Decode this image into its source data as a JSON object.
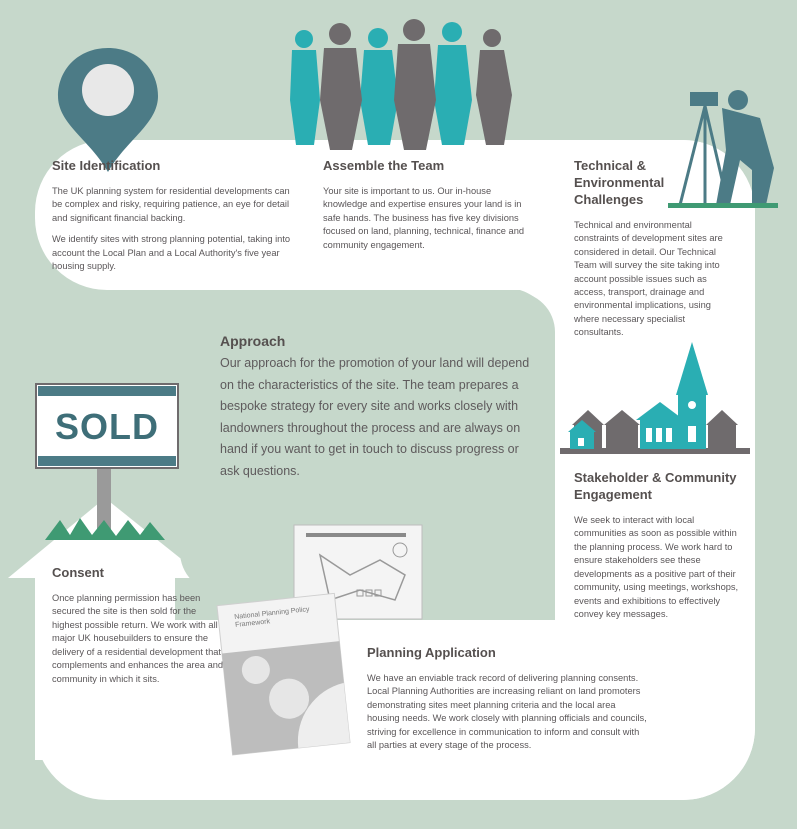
{
  "colors": {
    "background": "#c6d8cb",
    "panel": "#ffffff",
    "teal": "#2aaeb3",
    "grey": "#6f6b6d",
    "slate": "#4c7b86",
    "text": "#5a5658"
  },
  "sections": {
    "site_identification": {
      "title": "Site Identification",
      "p1": "The UK planning system for residential developments can be complex and risky, requiring patience, an eye for detail and significant financial backing.",
      "p2": "We identify sites with strong planning potential, taking into account the Local Plan and a Local Authority's five year housing supply."
    },
    "assemble_team": {
      "title": "Assemble the Team",
      "p1": "Your site is important to us.  Our in-house knowledge and expertise ensures your land is in safe hands.  The business has five key divisions focused on land, planning, technical, finance and community engagement."
    },
    "technical": {
      "title": "Technical & Environmental Challenges",
      "p1": "Technical and environmental constraints of development sites are considered in detail.  Our Technical Team will survey the site taking into account possible issues such as access, transport, drainage and environmental implications, using where necessary specialist consultants."
    },
    "approach": {
      "title": "Approach",
      "p1": "Our approach for the promotion of your land will depend on the characteristics of the site.  The team prepares a bespoke strategy for every site and works closely with landowners throughout the process and are always on hand if you want to get in touch to discuss progress or ask questions."
    },
    "stakeholder": {
      "title": "Stakeholder & Community Engagement",
      "p1": "We seek to interact with local communities as soon as possible within the planning process.  We work hard to ensure stakeholders see these developments as a positive part of their community, using meetings, workshops, events and exhibitions to effectively convey key messages."
    },
    "consent": {
      "title": "Consent",
      "p1": "Once planning permission has been secured the site is then sold for the highest possible return.  We work with all major UK housebuilders to ensure the delivery of a residential development that complements and enhances the area and community in which it sits."
    },
    "planning_application": {
      "title": "Planning Application",
      "p1": "We have an enviable track record of delivering planning consents.  Local Planning Authorities are increasing reliant on land promoters demonstrating sites meet planning criteria and the local area housing needs.  We work closely with planning officials and councils, striving for excellence in communication to inform and consult with all parties at every stage of the process."
    }
  },
  "sold_sign": {
    "text": "SOLD"
  },
  "document": {
    "title": "National Planning Policy Framework"
  },
  "icons": [
    "location-pin-icon",
    "people-group-icon",
    "surveyor-icon",
    "town-icon",
    "sold-sign-icon",
    "site-plan-icon",
    "policy-document-icon"
  ]
}
